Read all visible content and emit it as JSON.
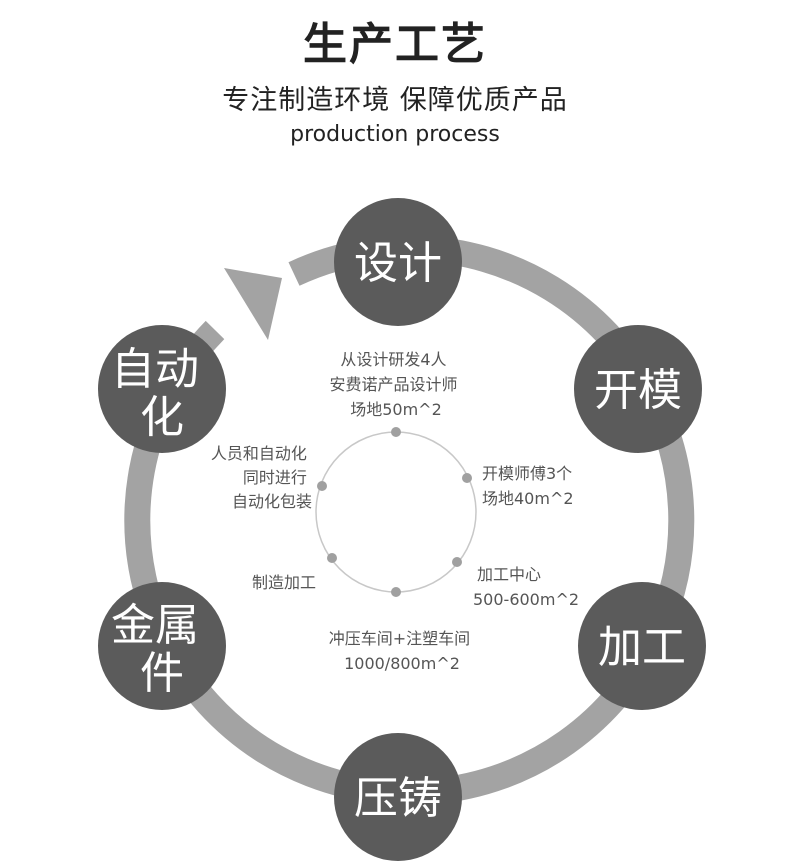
{
  "header": {
    "title": "生产工艺",
    "subtitle": "专注制造环境 保障优质产品",
    "english": "production process"
  },
  "stages": [
    {
      "id": "design",
      "lines": [
        "设计"
      ]
    },
    {
      "id": "mold",
      "lines": [
        "开模"
      ]
    },
    {
      "id": "machining",
      "lines": [
        "加工"
      ]
    },
    {
      "id": "casting",
      "lines": [
        "压铸"
      ]
    },
    {
      "id": "sheet-metal",
      "lines": [
        "金属",
        "件"
      ]
    },
    {
      "id": "automation",
      "lines": [
        "自动",
        "化"
      ]
    }
  ],
  "notes": [
    {
      "id": "design-note",
      "lines": [
        "从设计研发4人",
        "安费诺产品设计师",
        "场地50m^2"
      ]
    },
    {
      "id": "mold-note",
      "lines": [
        "开模师傅3个",
        "场地40m^2"
      ]
    },
    {
      "id": "machining-note",
      "lines": [
        "加工中心",
        "500-600m^2"
      ]
    },
    {
      "id": "casting-note",
      "lines": [
        "冲压车间+注塑车间",
        "1000/800m^2"
      ]
    },
    {
      "id": "manufacturing-note",
      "lines": [
        "制造加工"
      ]
    },
    {
      "id": "automation-note",
      "lines": [
        "人员和自动化",
        "同时进行",
        "自动化包装"
      ]
    }
  ],
  "colors": {
    "ring": "#a3a3a3",
    "circle": "#5b5b5b",
    "inner_ring": "#c8c8c8",
    "dot": "#a0a0a0"
  }
}
